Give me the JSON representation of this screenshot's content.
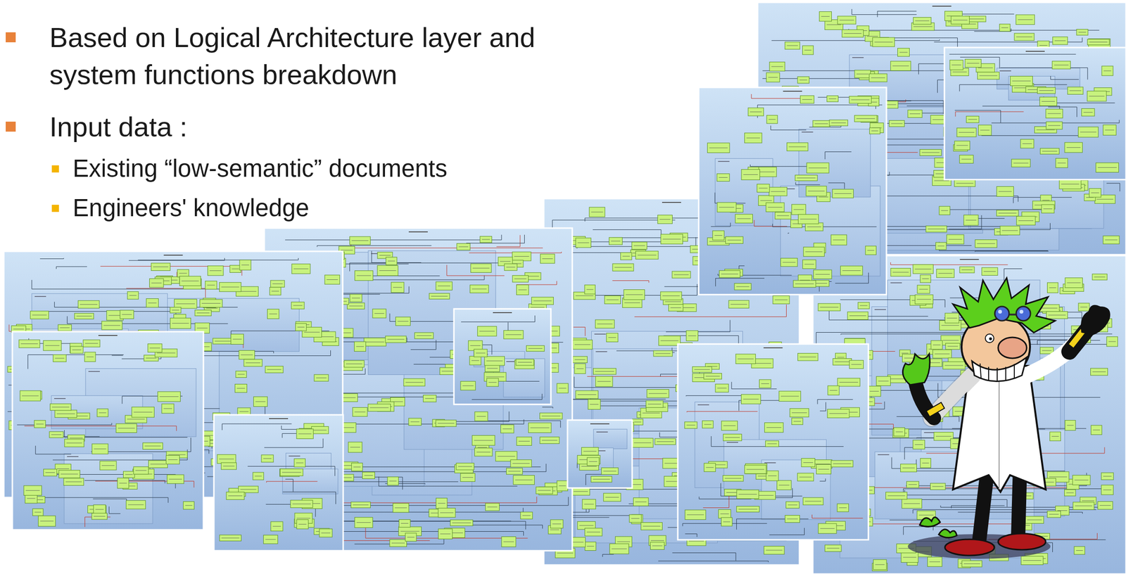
{
  "diagram": {
    "labels": [
      "Based on Logical Architecture layer and system functions breakdown",
      "Input data :",
      "Existing “low-semantic” documents",
      "Engineers' knowledge"
    ]
  }
}
